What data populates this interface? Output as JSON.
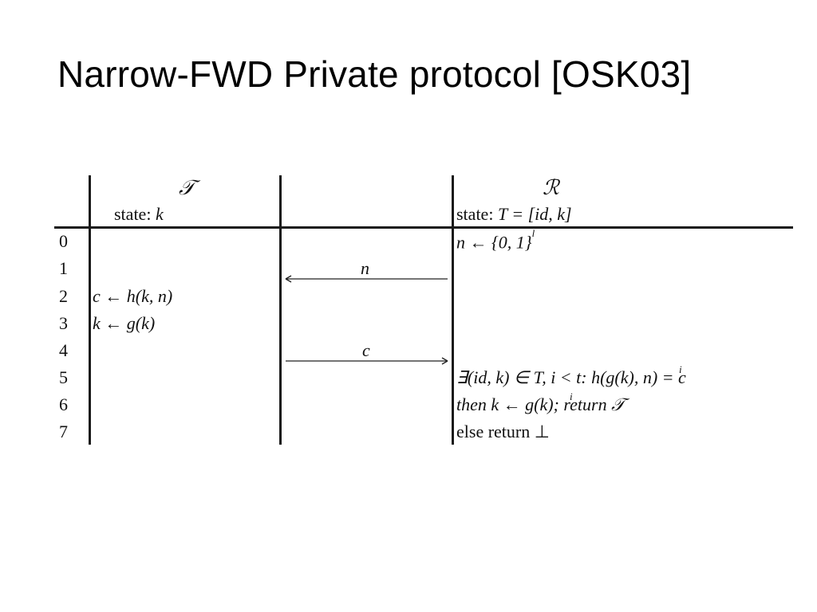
{
  "slide": {
    "title": "Narrow-FWD Private protocol [OSK03]"
  },
  "protocol": {
    "tag": {
      "symbol": "𝒯",
      "state_label": "state:",
      "state_value": "k"
    },
    "reader": {
      "symbol": "ℛ",
      "state_label": "state:",
      "state_value": "T = [id, k]"
    },
    "rows": [
      {
        "num": "0",
        "tag": "",
        "message": "",
        "reader": "n ← {0, 1}"
      },
      {
        "num": "1",
        "tag": "",
        "message": "n",
        "reader": ""
      },
      {
        "num": "2",
        "tag": "c ← h(k, n)",
        "message": "",
        "reader": ""
      },
      {
        "num": "3",
        "tag": "k ← g(k)",
        "message": "",
        "reader": ""
      },
      {
        "num": "4",
        "tag": "",
        "message": "c",
        "reader": ""
      },
      {
        "num": "5",
        "tag": "",
        "message": "",
        "reader": "∃(id, k) ∈ T, i < t: h(g(k), n) = c"
      },
      {
        "num": "6",
        "tag": "",
        "message": "",
        "reader": "then k ← g(k); return 𝒯"
      },
      {
        "num": "7",
        "tag": "",
        "message": "",
        "reader": "else return ⊥"
      }
    ],
    "reader_row0_superscript": "l",
    "reader_row5_superscript": "i",
    "reader_row6_superscript": "i",
    "reader_row6_keyword_then": "then",
    "reader_row6_keyword_return": "return",
    "reader_row7_keyword_else": "else",
    "reader_row7_keyword_return": "return"
  }
}
